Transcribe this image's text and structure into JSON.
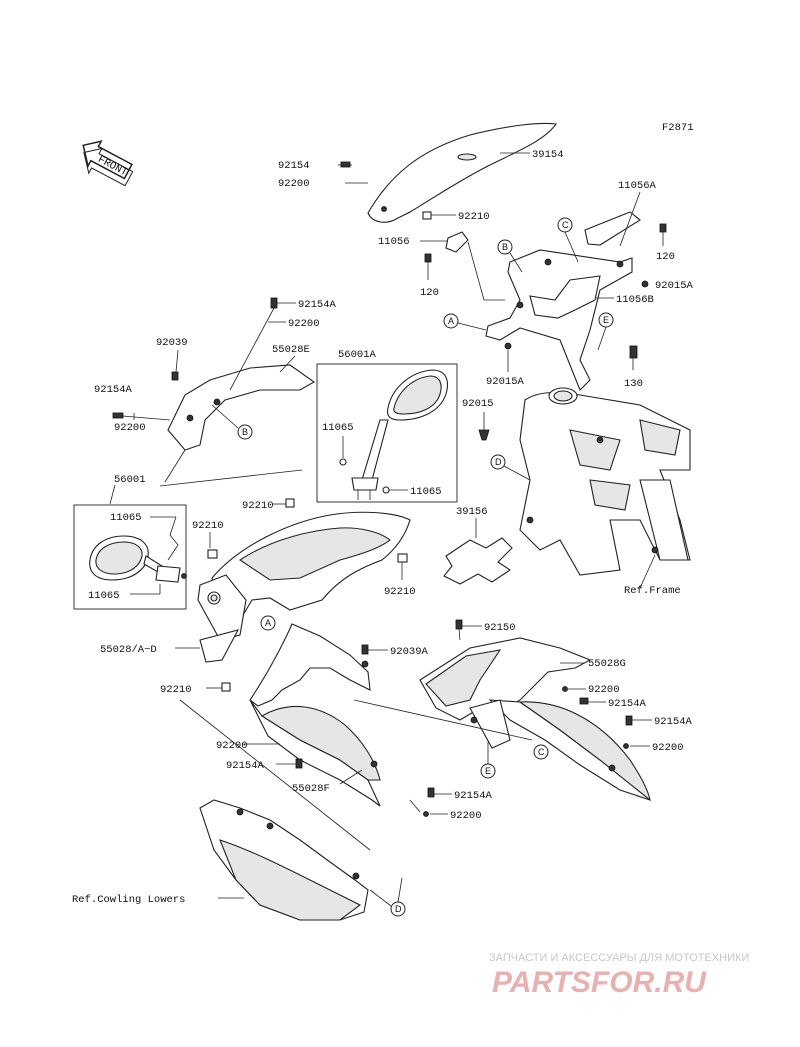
{
  "figure_code": "F2871",
  "front_badge": "FRONT",
  "parts": {
    "p39154": "39154",
    "p92154_top": "92154",
    "p92200_top": "92200",
    "p92210_top": "92210",
    "p11056": "11056",
    "p120_left": "120",
    "p11056A": "11056A",
    "p120_right": "120",
    "p92015A_right": "92015A",
    "p11056B": "11056B",
    "p92015A_mid": "92015A",
    "p130": "130",
    "p92015": "92015",
    "p92154A_1": "92154A",
    "p92200_1": "92200",
    "p92039": "92039",
    "p55028E": "55028E",
    "p56001A": "56001A",
    "p92154A_2": "92154A",
    "p92200_2": "92200",
    "p11065_a": "11065",
    "p11065_b": "11065",
    "p56001": "56001",
    "p11065_c": "11065",
    "p92210_a": "92210",
    "p92210_b": "92210",
    "p11065_d": "11065",
    "p39156": "39156",
    "p92210_c": "92210",
    "ref_frame": "Ref.Frame",
    "p55028AD": "55028/A~D",
    "p92039A": "92039A",
    "p92150": "92150",
    "p55028G": "55028G",
    "p92210_d": "92210",
    "p92200_3": "92200",
    "p92154A_3": "92154A",
    "p92154A_4": "92154A",
    "p92200_4": "92200",
    "p92200_5": "92200",
    "p92154A_5": "92154A",
    "p55028F": "55028F",
    "p92154A_6": "92154A",
    "p92200_6": "92200",
    "ref_cowling": "Ref.Cowling Lowers"
  },
  "callouts": {
    "a": "A",
    "b": "B",
    "c": "C",
    "d": "D",
    "e": "E"
  },
  "watermark": {
    "line1": "ЗАПЧАСТИ И АКСЕССУАРЫ ДЛЯ МОТОТЕХНИКИ",
    "line2": "PARTSFOR.RU"
  }
}
